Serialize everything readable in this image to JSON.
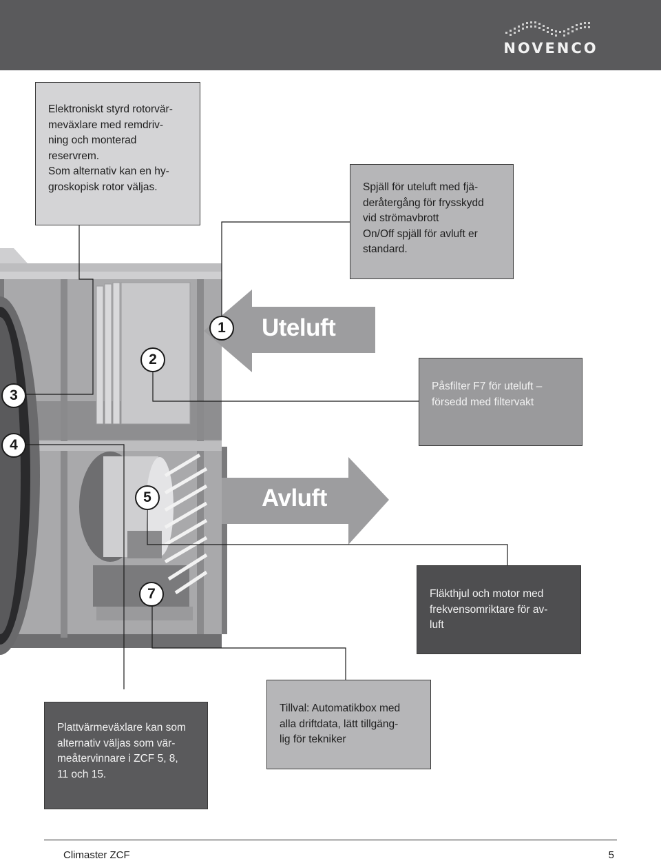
{
  "brand": {
    "name": "NOVENCO",
    "colors": {
      "header": "#5a5a5c",
      "callout_light": "#d4d4d6",
      "callout_dark": "#4e4e50"
    }
  },
  "flows": {
    "outdoor_label": "Uteluft",
    "exhaust_label": "Avluft"
  },
  "markers": [
    "1",
    "2",
    "3",
    "4",
    "5",
    "7"
  ],
  "callouts": {
    "rotor": "Elektroniskt styrd rotorvär-\nmeväxlare med remdriv-\nning och monterad\nreservrem.\nSom alternativ kan en hy-\ngroskopisk rotor väljas.",
    "damper": "Spjäll för uteluft med fjä-\nderåtergång för frysskydd\nvid strömavbrott\nOn/Off spjäll för avluft er\nstandard.",
    "filter": "Påsfilter F7 för uteluft –\nförsedd med filtervakt",
    "fan": "Fläkthjul och motor med\nfrekvensomriktare för av-\nluft",
    "plate_exchanger": "Plattvärmeväxlare kan som\nalternativ väljas som vär-\nmeåtervinnare i ZCF 5, 8,\n11 och 15.",
    "automation": "Tillval: Automatikbox med\nalla driftdata, lätt tillgäng-\nlig för tekniker"
  },
  "footer": {
    "product": "Climaster ZCF",
    "page_number": "5"
  }
}
